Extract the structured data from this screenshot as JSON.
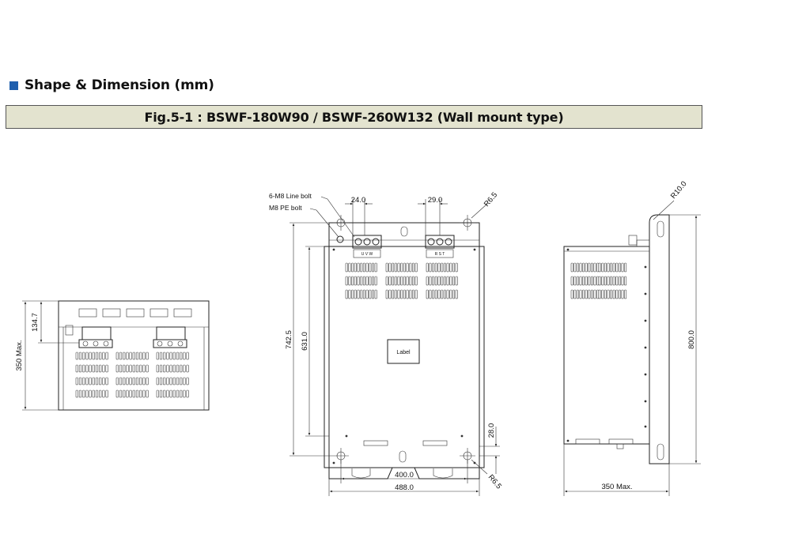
{
  "section": {
    "heading": "Shape & Dimension (mm)"
  },
  "figure": {
    "title": "Fig.5-1 : BSWF-180W90 / BSWF-260W132 (Wall mount type)"
  },
  "icons": {
    "section_marker": "blue-square-icon"
  },
  "colors": {
    "marker": "#1f5fae",
    "title_bar": "#e3e3cf"
  },
  "top_view": {
    "dim_height": "350 Max.",
    "dim_terminal": "134.7"
  },
  "front_view": {
    "callout_line_bolt": "6-M8 Line bolt",
    "callout_pe_bolt": "M8 PE bolt",
    "dim_terminal_left": "24.0",
    "dim_terminal_right": "29.0",
    "dim_radius_top": "R6.5",
    "dim_radius_bottom": "R6.5",
    "dim_total_height": "742.5",
    "dim_inner_height": "631.0",
    "dim_bottom_offset": "28.0",
    "dim_hole_pitch": "400.0",
    "dim_width": "488.0",
    "label_text": "Label",
    "terminal_left_tag": "U  V  W",
    "terminal_right_tag": "R  S  T"
  },
  "side_view": {
    "dim_radius": "R10.0",
    "dim_height": "800.0",
    "dim_depth": "350 Max."
  }
}
